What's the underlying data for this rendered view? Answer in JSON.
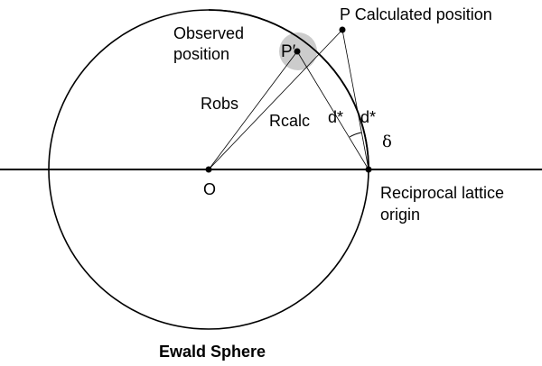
{
  "labels": {
    "p": "P",
    "calculated": "Calculated position",
    "observed_line1": "Observed",
    "observed_line2": "position",
    "p_prime": "P′",
    "robs": "Robs",
    "rcalc": "Rcalc",
    "dstar_obs": "d*",
    "dstar_calc": "d*",
    "delta": "δ",
    "origin_o": "O",
    "reciprocal_line1": "Reciprocal lattice",
    "reciprocal_line2": "origin",
    "title": "Ewald Sphere"
  },
  "colors": {
    "line": "#000000",
    "highlight": "#cccccc"
  }
}
